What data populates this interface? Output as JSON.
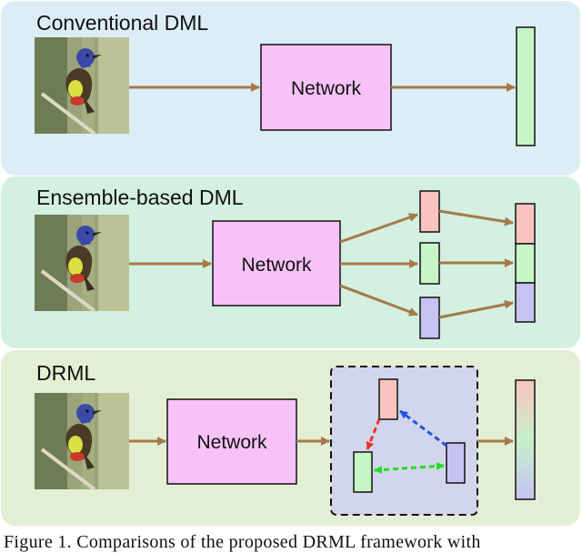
{
  "panels": [
    {
      "id": "conventional",
      "title": "Conventional DML",
      "network_label": "Network",
      "background": "#dcedf5"
    },
    {
      "id": "ensemble",
      "title": "Ensemble-based DML",
      "network_label": "Network",
      "background": "#d3f0e0"
    },
    {
      "id": "drml",
      "title": "DRML",
      "network_label": "Network",
      "background": "#e2efd4"
    }
  ],
  "caption": "Figure 1. Comparisons of the proposed DRML framework with",
  "colors": {
    "network_fill": "#f7c2f7",
    "arrow": "#a5794a",
    "embed_red": "#f9c4c0",
    "embed_green": "#c7f5c5",
    "embed_blue": "#c6c3f2",
    "dashed_box": "#d2d6ec",
    "dash_red": "#ee3322",
    "dash_blue": "#2255dd",
    "dash_green": "#22dd22"
  },
  "icons": [
    "bird-photo-icon"
  ]
}
